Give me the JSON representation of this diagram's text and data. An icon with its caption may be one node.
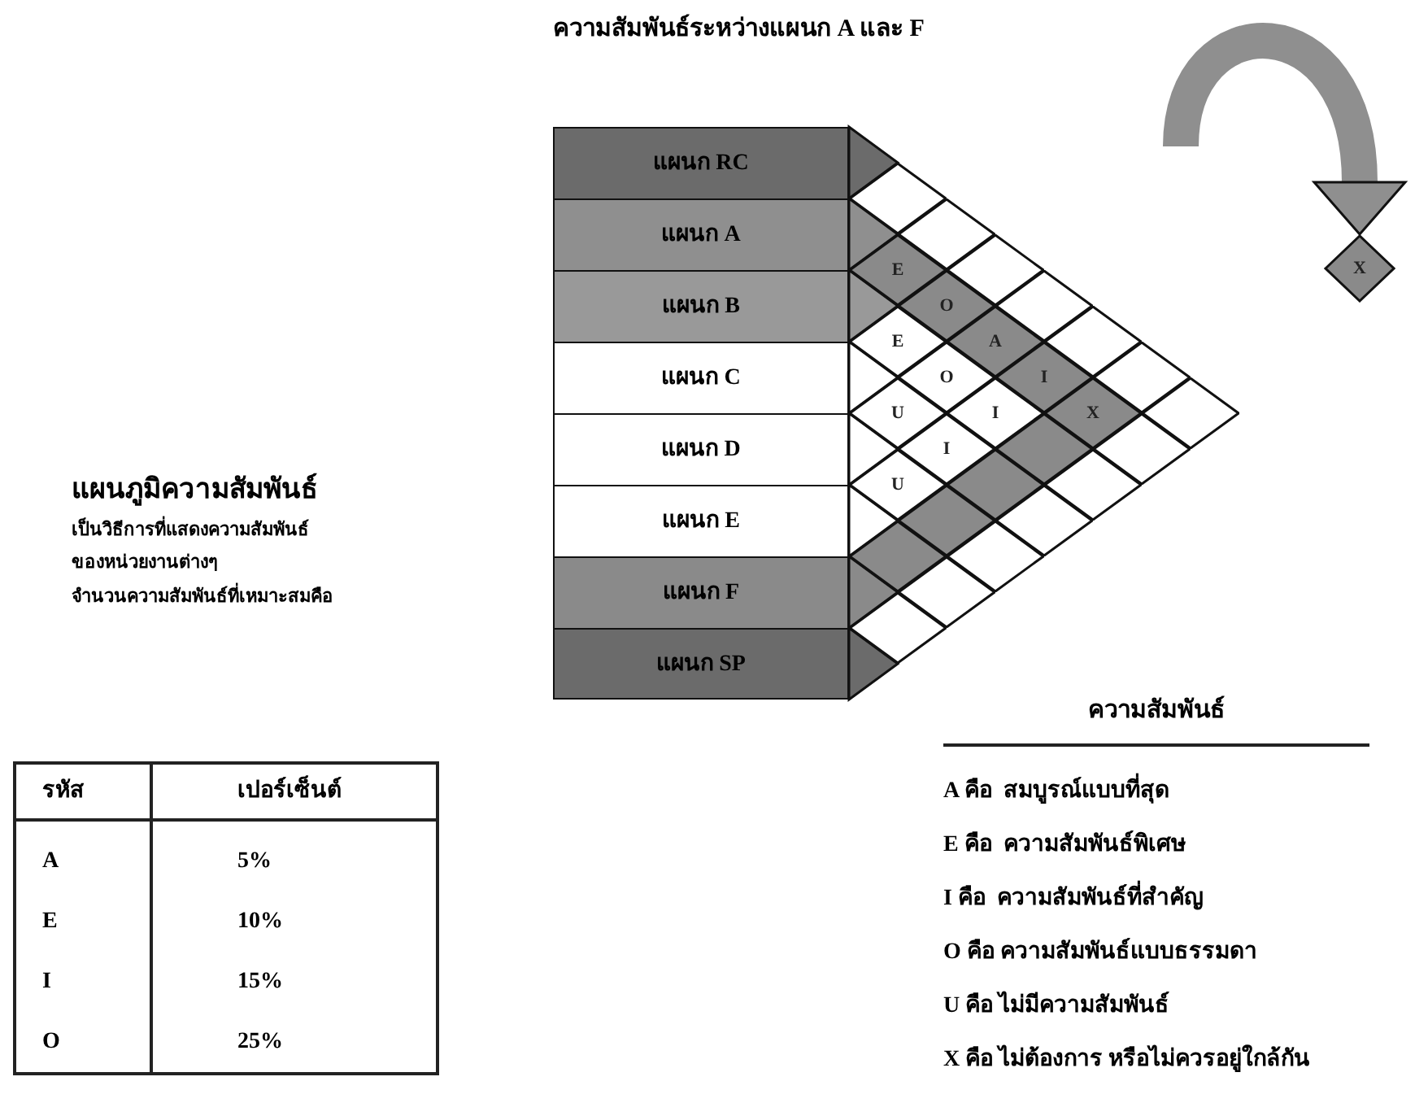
{
  "diagram": {
    "title": "ความสัมพันธ์ระหว่างแผนก A และ F",
    "nodes": [
      {
        "text": [
          "แผนก RC"
        ]
      },
      {
        "text": [
          "แผนก A"
        ]
      },
      {
        "text": [
          "แผนก B"
        ]
      },
      {
        "text": [
          "แผนก C"
        ]
      },
      {
        "text": [
          "แผนก D"
        ]
      },
      {
        "text": [
          "แผนก E"
        ]
      },
      {
        "text": [
          "แผนก F"
        ]
      },
      {
        "text": [
          "แผนก SP"
        ]
      },
      {
        "text": [],
        "shape": "diamond"
      },
      {
        "text": [],
        "shape": "diamond"
      },
      {
        "text": [
          "E"
        ]
      },
      {
        "text": [],
        "shape": "diamond"
      },
      {
        "text": [
          "O"
        ]
      },
      {
        "text": [],
        "shape": "diamond"
      },
      {
        "text": [
          "E"
        ]
      },
      {
        "text": [
          "A"
        ]
      },
      {
        "text": [],
        "shape": "diamond"
      },
      {
        "text": [
          "O"
        ]
      },
      {
        "text": [
          "I"
        ]
      },
      {
        "text": [],
        "shape": "diamond"
      },
      {
        "text": [
          "U"
        ]
      },
      {
        "text": [
          "I"
        ]
      },
      {
        "text": [
          "X"
        ]
      },
      {
        "text": [],
        "shape": "diamond"
      },
      {
        "text": [
          "I"
        ]
      },
      {
        "text": [],
        "shape": "diamond"
      },
      {
        "text": [],
        "shape": "diamond"
      },
      {
        "text": [
          "U"
        ]
      },
      {
        "text": [],
        "shape": "diamond"
      },
      {
        "text": [],
        "shape": "diamond"
      },
      {
        "text": [],
        "shape": "diamond"
      },
      {
        "text": [],
        "shape": "diamond"
      },
      {
        "text": [],
        "shape": "diamond"
      },
      {
        "text": [],
        "shape": "diamond"
      },
      {
        "text": [],
        "shape": "diamond"
      },
      {
        "text": [],
        "shape": "diamond"
      },
      {
        "text": [
          "X"
        ]
      }
    ],
    "edges": [
      {
        "from": null,
        "to": 36,
        "arrow": "to"
      }
    ],
    "labels": [
      "แผนภูมิความสัมพันธ์",
      "เป็นวิธีการที่แสดงความสัมพันธ์",
      "ของหน่วยงานต่างๆ",
      "จำนวนความสัมพันธ์ที่เหมาะสมคือ",
      "รหัส",
      "เปอร์เซ็นต์",
      "A",
      "5%",
      "E",
      "10%",
      "I",
      "15%",
      "O",
      "25%",
      "ความสัมพันธ์",
      "A คือ  สมบูรณ์แบบที่สุด",
      "E คือ  ความสัมพันธ์พิเศษ",
      "I คือ  ความสัมพันธ์ที่สำคัญ",
      "O คือ ความสัมพันธ์แบบธรรมดา",
      "U คือ ไม่มีความสัมพันธ์",
      "X คือ ไม่ต้องการ หรือไม่ควรอยู่ใกล้กัน"
    ]
  }
}
